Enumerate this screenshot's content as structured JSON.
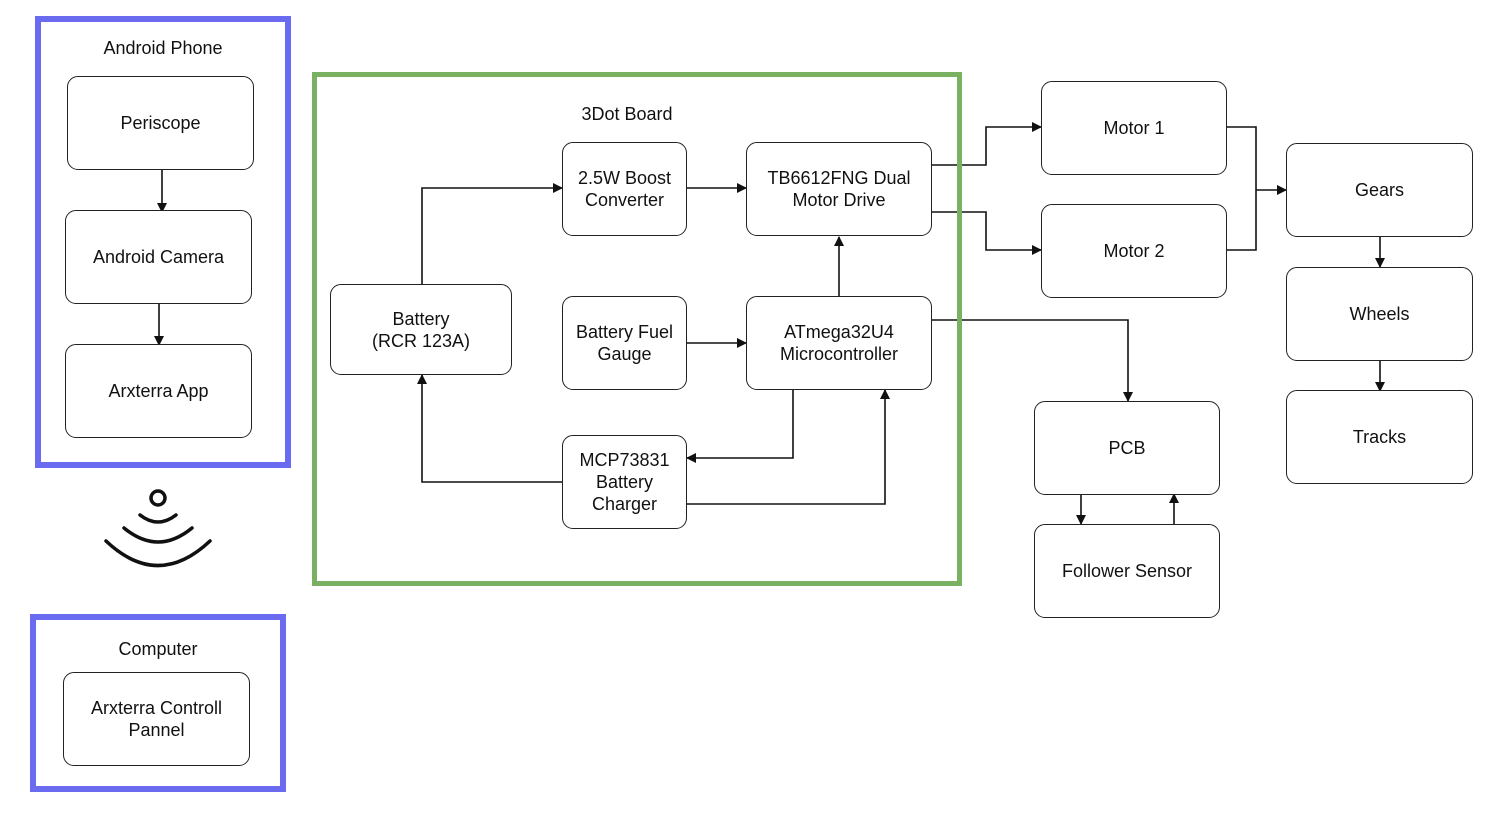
{
  "containers": {
    "android_phone": "Android Phone",
    "three_dot_board": "3Dot Board",
    "computer": "Computer"
  },
  "nodes": {
    "periscope": "Periscope",
    "android_camera": "Android Camera",
    "arxterra_app": "Arxterra App",
    "arxterra_control_panel": "Arxterra Controll\nPannel",
    "battery": "Battery\n(RCR 123A)",
    "boost_converter": "2.5W Boost\nConverter",
    "motor_drive": "TB6612FNG Dual\nMotor Drive",
    "fuel_gauge": "Battery Fuel\nGauge",
    "microcontroller": "ATmega32U4\nMicrocontroller",
    "battery_charger": "MCP73831\nBattery\nCharger",
    "motor1": "Motor 1",
    "motor2": "Motor 2",
    "gears": "Gears",
    "wheels": "Wheels",
    "tracks": "Tracks",
    "pcb": "PCB",
    "follower_sensor": "Follower Sensor"
  },
  "colors": {
    "phone_computer_border": "#6b6bf2",
    "board_border": "#79b061",
    "line": "#111111"
  },
  "icons": {
    "wireless": "wireless-signal-icon"
  }
}
